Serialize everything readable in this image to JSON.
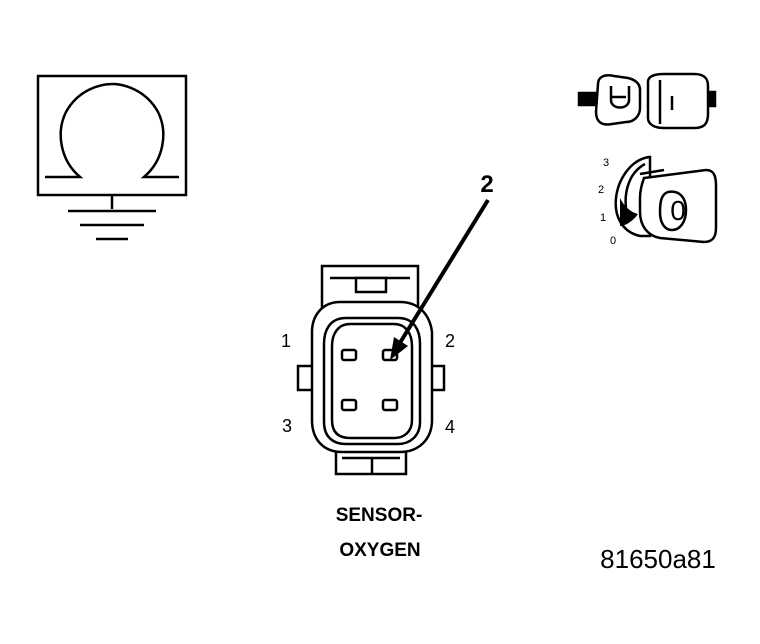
{
  "callout": "2",
  "pins": {
    "p1": "1",
    "p2": "2",
    "p3": "3",
    "p4": "4"
  },
  "switch": {
    "s3": "3",
    "s2": "2",
    "s1": "1",
    "s0": "0",
    "key_symbol": "0"
  },
  "caption": {
    "line1": "SENSOR-",
    "line2": "OXYGEN"
  },
  "figure_id": "81650a81",
  "icons": [
    "ohmmeter-symbol-icon",
    "ground-icon",
    "connector-plug-icon",
    "ignition-key-switch-icon",
    "oxygen-sensor-connector-icon"
  ]
}
